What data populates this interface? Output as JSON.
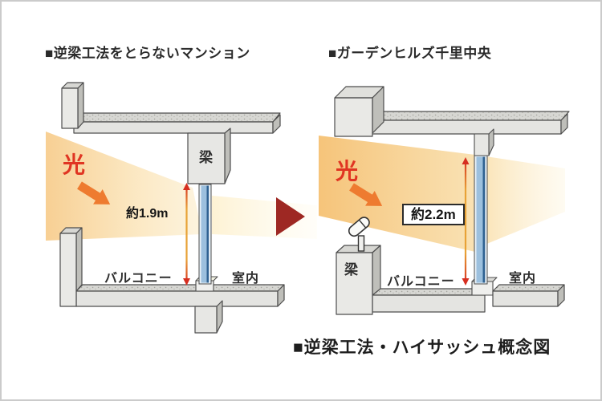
{
  "diagram": {
    "left_panel": {
      "heading": "■逆梁工法をとらないマンション",
      "light_label": "光",
      "beam_label": "梁",
      "dimension_label": "約1.9m",
      "balcony_label": "バルコニー",
      "room_label": "室内"
    },
    "right_panel": {
      "heading": "■ガーデンヒルズ千里中央",
      "light_label": "光",
      "beam_label": "梁",
      "dimension_label": "約2.2m",
      "balcony_label": "バルコニー",
      "room_label": "室内"
    },
    "caption": "■逆梁工法・ハイサッシュ概念図",
    "colors": {
      "light_text": "#e03522",
      "light_arrow": "#ee7b30",
      "transition_arrow": "#9e2823",
      "light_wedge": "#f6c87c",
      "measure_line": "#e8a236",
      "measure_arrowhead": "#d62e20",
      "window_glass": "#9cc0de",
      "window_frame_dark": "#2f6292",
      "concrete_front": "#e4e4e1",
      "concrete_top": "#d7d7d3",
      "concrete_side": "#bfbfba",
      "outline": "#4d4d4d"
    }
  }
}
